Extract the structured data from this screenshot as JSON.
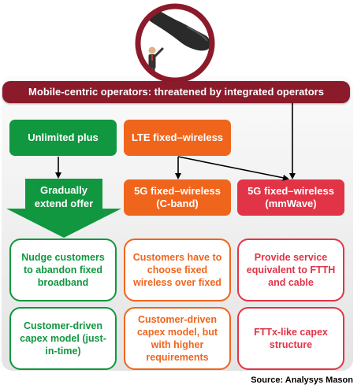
{
  "banner": "Mobile-centric operators:  threatened  by integrated  operators",
  "boxes": {
    "unlimited": "Unlimited plus",
    "lte": "LTE fixed–wireless",
    "gradually": "Gradually extend offer",
    "fg_cband_line1": "5G fixed–wireless",
    "fg_cband_line2": "(C-band)",
    "fg_mmwave_line1": "5G fixed–wireless",
    "fg_mmwave_line2": "(mmWave)"
  },
  "outcomes": {
    "green1": "Nudge customers to abandon fixed broadband",
    "orange1": "Customers  have to choose fixed wireless over fixed",
    "red1": "Provide service equivalent to FTTH and cable",
    "green2": "Customer-driven capex model (just-in-time)",
    "orange2": "Customer-driven capex model, but with higher requirements",
    "red2": "FTTx-like capex structure"
  },
  "source": "Source: Analysys Mason",
  "colors": {
    "maroon": "#8b1a2b",
    "green": "#10973f",
    "orange": "#f0651c",
    "red": "#e13447"
  },
  "icons": {
    "emblem": "giant-shoe-over-businessman-icon"
  }
}
